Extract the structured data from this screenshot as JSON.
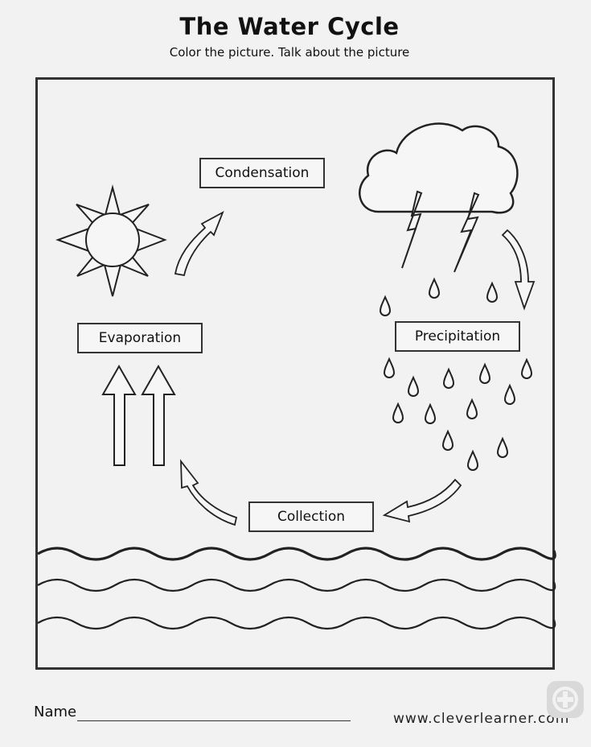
{
  "header": {
    "title": "The Water Cycle",
    "subtitle": "Color the picture. Talk about the picture"
  },
  "labels": {
    "condensation": "Condensation",
    "evaporation": "Evaporation",
    "precipitation": "Precipitation",
    "collection": "Collection"
  },
  "footer": {
    "name_label": "Name",
    "website": "www.cleverlearner.com"
  },
  "colors": {
    "ink": "#333333",
    "paper": "#f2f2f2"
  }
}
